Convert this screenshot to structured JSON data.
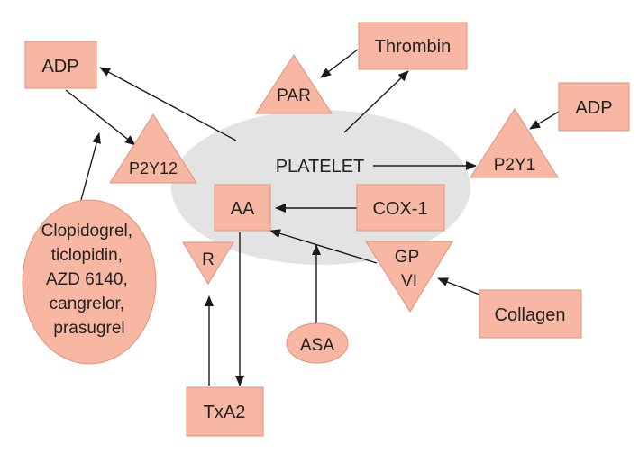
{
  "colors": {
    "node_fill": "#f7b7a3",
    "platelet_fill": "#e3e3e3",
    "arrow": "#1a1a1a",
    "text": "#222222"
  },
  "labels": {
    "platelet": "PLATELET",
    "adp_left": "ADP",
    "adp_right": "ADP",
    "p2y12": "P2Y12",
    "par": "PAR",
    "thrombin": "Thrombin",
    "p2y1": "P2Y1",
    "aa": "AA",
    "cox1": "COX-1",
    "r": "R",
    "gpvi": [
      "GP",
      "VI"
    ],
    "collagen": "Collagen",
    "asa": "ASA",
    "txa2": "TxA2",
    "drugs": [
      "Clopidogrel,",
      "ticlopidin,",
      "AZD 6140,",
      "cangrelor,",
      "prasugrel"
    ]
  }
}
